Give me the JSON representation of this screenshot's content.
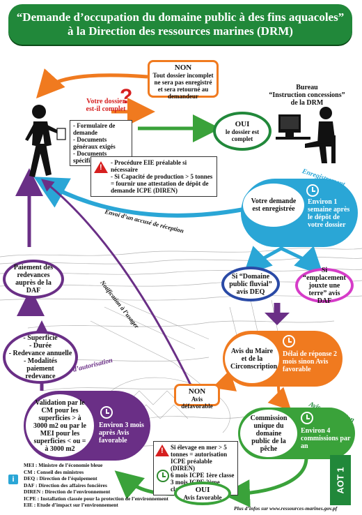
{
  "title": {
    "line1": "“Demande d’occupation du domaine public à des fins aquacoles”",
    "line2": "à la Direction des ressources marines (DRM)"
  },
  "non_incomplet": {
    "title": "NON",
    "text": "Tout dossier incomplet ne sera pas enregistré et sera retourné au demandeur"
  },
  "question": {
    "label_line1": "Votre dossier",
    "label_line2": "est-il complet",
    "mark": "?"
  },
  "dossier_items": [
    "- Formulaire de demande",
    "- Documents généraux exigés",
    "- Documents spécifiques éventuels"
  ],
  "warning_top": [
    "- Procédure EIE préalable si nécessaire",
    "- Si Capacité de production > 5 tonnes = fournir une attestation de dépôt de demande ICPE (DIREN)"
  ],
  "oui_complet": {
    "title": "OUI",
    "text": "le dossier est complet"
  },
  "bureau": {
    "line1": "Bureau",
    "line2": "“Instruction concessions”",
    "line3": "de la DRM"
  },
  "enregistrement": {
    "label": "Enregistrement",
    "text": "Votre demande est enregistrée",
    "delay": "Environ 1 semaine après le dépôt de votre dossier"
  },
  "arrow_labels": {
    "accuse": "Envoi d’un accusé de réception",
    "notification": "Notification à l’usager"
  },
  "fluvial": {
    "text": "Si “Domaine public fluvial” avis DEQ"
  },
  "terre": {
    "text": "Si “emplacement jouxte une terre” avis DAF"
  },
  "maire": {
    "text": "Avis du Maire et de la Circonscription",
    "delay": "Délai de réponse 2 mois sinon Avis favorable"
  },
  "non_defavorable": {
    "title": "NON",
    "text": "Avis défavorable"
  },
  "commission": {
    "label": "Avis commission",
    "text": "Commission unique du domaine public de la pêche",
    "delay": "Environ 4 commissions par an"
  },
  "warning_bottom": {
    "line1": "Si élevage en mer > 5 tonnes = autorisation ICPE préalable (DIREN)",
    "line2": "6 mois ICPE 1ère classe",
    "line3": "3 mois ICPE 2ème classe"
  },
  "oui_favorable": {
    "title": "OUI",
    "text": "Avis favorable"
  },
  "arrete": {
    "label": "Arrêté d’autorisation",
    "text": "Validation par le CM pour les superficies > à 3000 m2 ou par le MEI pour les superficies < ou = à 3000 m2",
    "delay": "Environ 3 mois après Avis favorable"
  },
  "conditions": [
    "- Superficie",
    "- Durée",
    "- Redevance annuelle",
    "- Modalités paiement redevance"
  ],
  "redevances": {
    "text": "Paiement des redevances auprès de la DAF"
  },
  "legend": [
    "MEI : Ministre de l’économie bleue",
    "CM : Conseil des ministres",
    "DEQ : Direction de l’équipement",
    "DAF : Direction des affaires foncières",
    "DIREN : Direction de l’environnement",
    "ICPE : Installation classée pour la protection de l’environnement",
    "EIE : Etude d’impact sur l’environnement"
  ],
  "info_icon": "info-icon",
  "footer": "Plus d’infos sur www.ressources-marines.gov.pf",
  "side_tag": "AOT 1",
  "colors": {
    "green": "#21883a",
    "orange": "#f07a1f",
    "cyan": "#2aa6d6",
    "purple": "#6a2f86",
    "magenta": "#d63cc8",
    "red": "#d61f1f"
  }
}
